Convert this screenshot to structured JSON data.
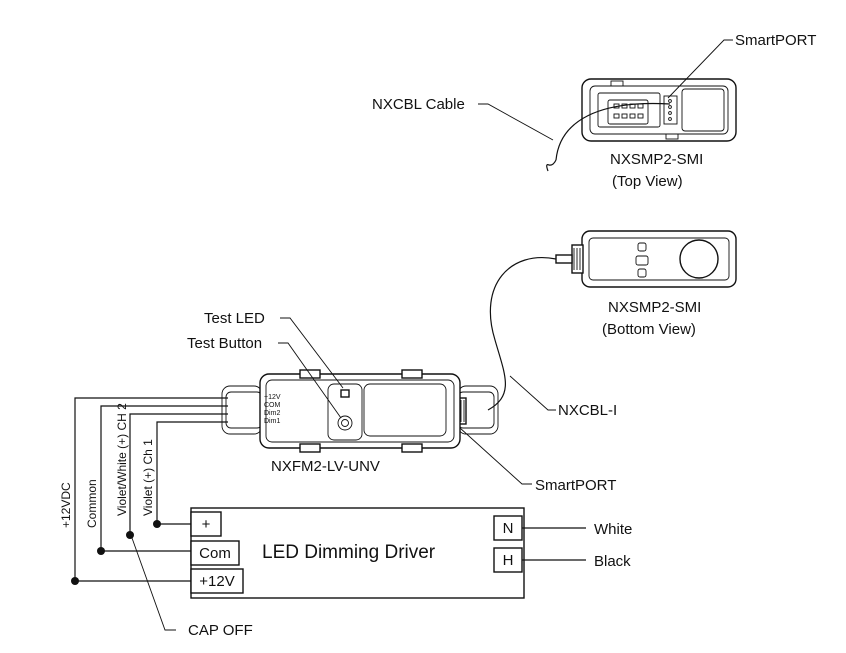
{
  "callouts": {
    "smartport_top": "SmartPORT",
    "nxcbl_cable": "NXCBL Cable",
    "top_device_name": "NXSMP2-SMI",
    "top_device_view": "(Top View)",
    "bottom_device_name": "NXSMP2-SMI",
    "bottom_device_view": "(Bottom View)",
    "test_led": "Test LED",
    "test_button": "Test Button",
    "nxcbl_i": "NXCBL-I",
    "module_name": "NXFM2-LV-UNV",
    "smartport_module": "SmartPORT",
    "cap_off": "CAP OFF"
  },
  "module_terminals": [
    "+12V",
    "COM",
    "Dim2",
    "Dim1"
  ],
  "wires": {
    "plus12vdc": "+12VDC",
    "common": "Common",
    "violet_white_ch2": "Violet/White (+)  CH 2",
    "violet_ch1": "Violet (+) Ch 1"
  },
  "driver": {
    "title": "LED Dimming Driver",
    "terminals_left": [
      "+",
      "Com",
      "+12V"
    ],
    "terminals_right": [
      "N",
      "H"
    ],
    "line_labels": [
      "White",
      "Black"
    ]
  }
}
